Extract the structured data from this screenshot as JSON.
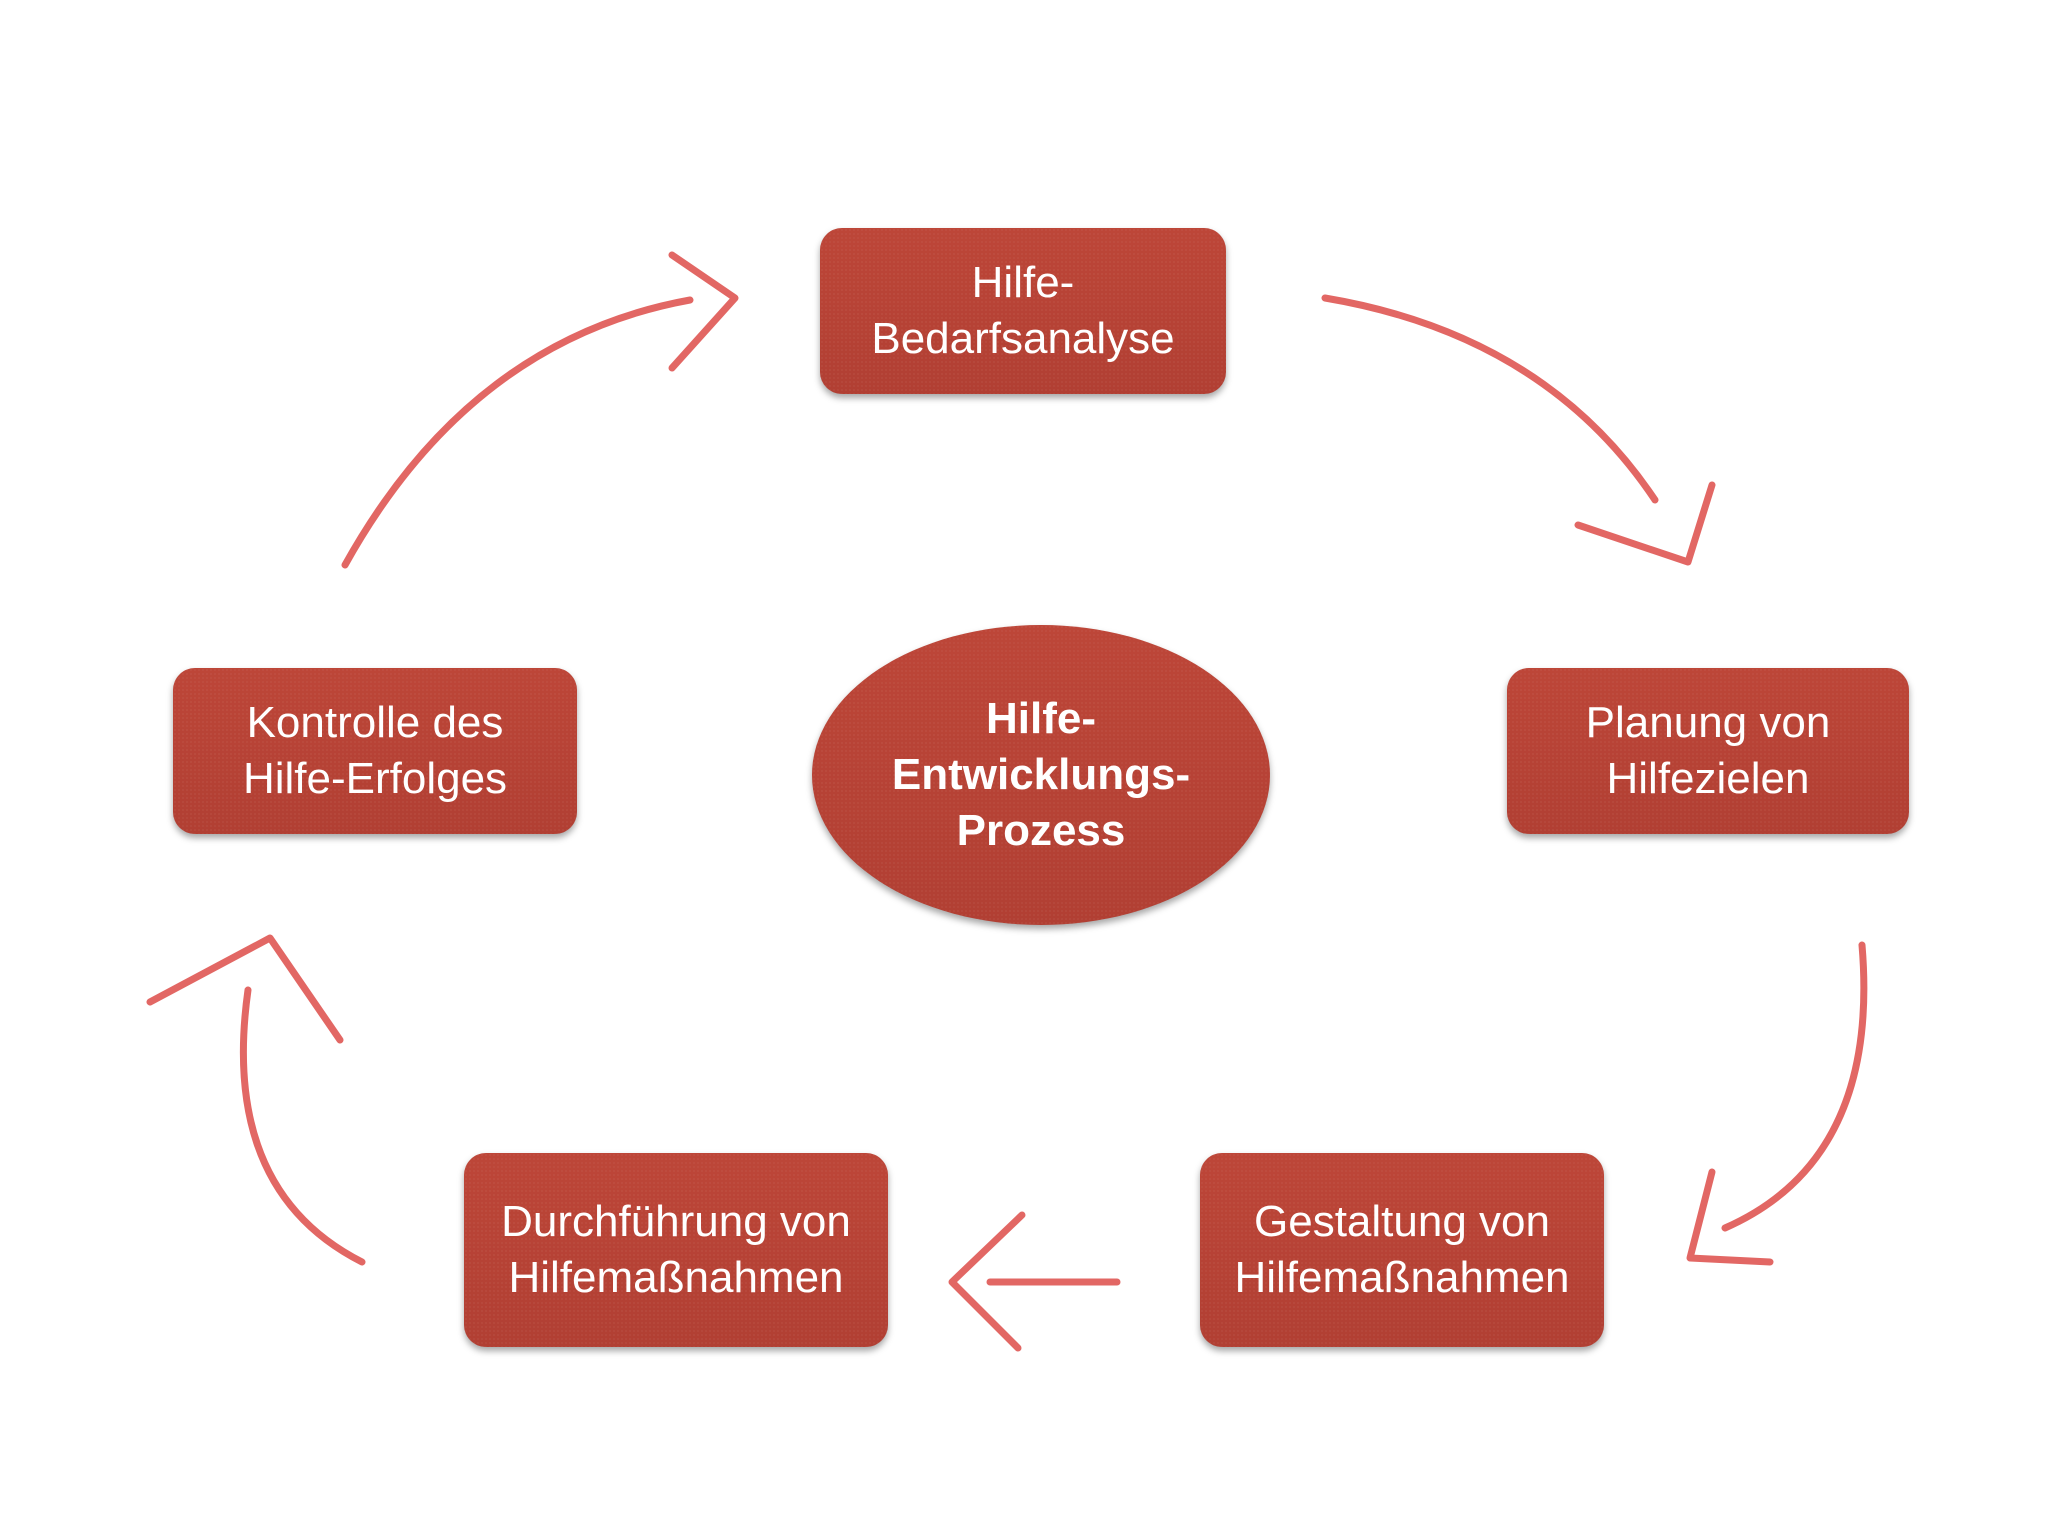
{
  "diagram": {
    "center": {
      "lines": [
        "Hilfe-",
        "Entwicklungs-",
        "Prozess"
      ]
    },
    "steps": [
      {
        "lines": [
          "Hilfe-",
          "Bedarfsanalyse"
        ]
      },
      {
        "lines": [
          "Planung von",
          "Hilfezielen"
        ]
      },
      {
        "lines": [
          "Gestaltung von",
          "Hilfemaßnahmen"
        ]
      },
      {
        "lines": [
          "Durchführung von",
          "Hilfemaßnahmen"
        ]
      },
      {
        "lines": [
          "Kontrolle des",
          "Hilfe-Erfolges"
        ]
      }
    ],
    "colors": {
      "box_fill": "#b94336",
      "arrow": "#e05a57",
      "text": "#ffffff",
      "background": "#ffffff"
    }
  }
}
